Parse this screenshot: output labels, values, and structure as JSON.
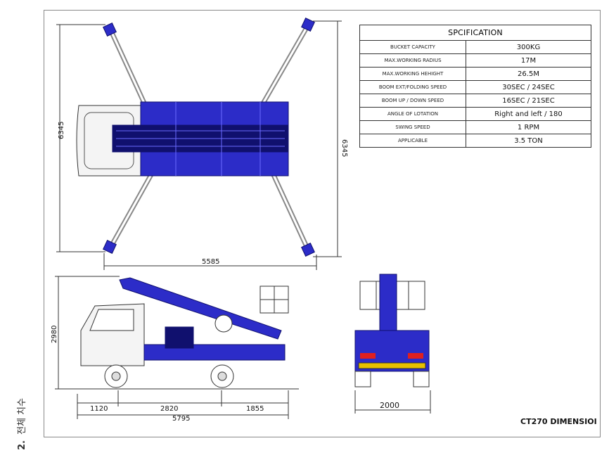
{
  "side_label": {
    "number": "2.",
    "text": "전체 치수"
  },
  "title": "CT270 DIMENSIOI",
  "spec": {
    "header": "SPCIFICATION",
    "rows": [
      {
        "label": "BUCKET CAPACITY",
        "value": "300KG"
      },
      {
        "label": "MAX.WORKING RADIUS",
        "value": "17M"
      },
      {
        "label": "MAX.WORKING HEHIGHT",
        "value": "26.5M"
      },
      {
        "label": "BOOM EXT/FOLDING SPEED",
        "value": "30SEC / 24SEC"
      },
      {
        "label": "BOOM UP / DOWN SPEED",
        "value": "16SEC / 21SEC"
      },
      {
        "label": "ANGLE OF LOTATION",
        "value": "Right and left / 180"
      },
      {
        "label": "SWING SPEED",
        "value": "1 RPM"
      },
      {
        "label": "APPLICABLE",
        "value": "3.5 TON"
      }
    ]
  },
  "dimensions": {
    "top_height_left": "6345",
    "top_height_right": "6345",
    "top_width": "5585",
    "side_height": "2980",
    "front_cab": "1120",
    "wheelbase": "2820",
    "rear_overhang": "1855",
    "overall_length": "5795",
    "rear_width": "2000"
  },
  "colors": {
    "machine": "#2c2cc8",
    "machine_dark": "#10106e",
    "line": "#333333",
    "cab": "#f4f4f4"
  }
}
